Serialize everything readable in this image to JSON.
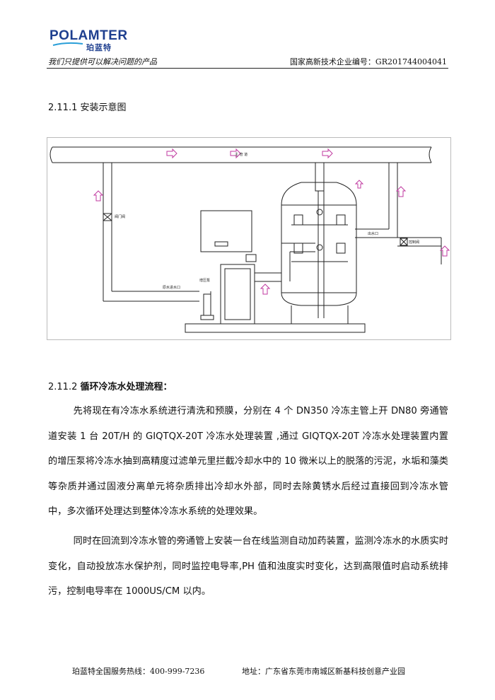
{
  "header": {
    "logo_brand": "POLAMTER",
    "logo_cn": "珀蓝特",
    "slogan": "我们只提供可以解决问题的产品",
    "cert": "国家高新技术企业编号：GR201744004041"
  },
  "section1": {
    "heading": "2.11.1 安装示意图"
  },
  "diagram": {
    "labels": {
      "main_pipe": "主 管 道",
      "valve_left": "阀门阀",
      "raw_water_inlet": "原水进水口",
      "booster_pump": "增压泵",
      "outlet": "出水口",
      "valve_right": "控制阀"
    }
  },
  "section2": {
    "heading_num": "2.11.2 ",
    "heading_text": "循环冷冻水处理流程：",
    "paragraph1": "先将现在有冷冻水系统进行清洗和预膜，分别在 4 个 DN350 冷冻主管上开 DN80 旁通管道安装 1 台 20T/H 的 GIQTQX-20T 冷冻水处理装置 ,通过 GIQTQX-20T 冷冻水处理装置内置的增压泵将冷冻水抽到高精度过滤单元里拦截冷却水中的 10 微米以上的脱落的污泥，水垢和藻类等杂质并通过固液分离单元将杂质排出冷却水外部，同时去除黄锈水后经过直接回到冷冻水管中，多次循环处理达到整体冷冻水系统的处理效果。",
    "paragraph2": "同时在回流到冷冻水管的旁通管上安装一台在线监测自动加药装置，监测冷冻水的水质实时变化，自动投放冻水保护剂，同时监控电导率,PH 值和浊度实时变化，达到高限值时启动系统排污，控制电导率在 1000US/CM 以内。"
  },
  "footer": {
    "hotline": "珀蓝特全国服务热线：400-999-7236",
    "address": "地址：广东省东莞市南城区新基科技创意产业园"
  },
  "colors": {
    "brand": "#1e3f8f",
    "arrow": "#c03aa0"
  }
}
